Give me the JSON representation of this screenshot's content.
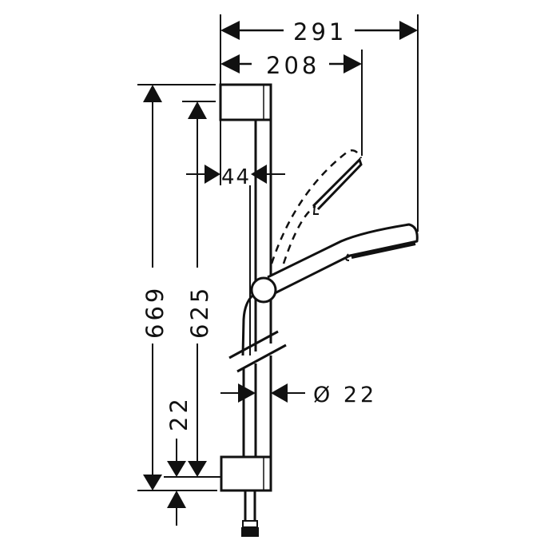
{
  "diagram": {
    "title": "Shower rail set technical drawing",
    "units": "mm",
    "colors": {
      "line": "#111111",
      "background": "#ffffff"
    },
    "dimensions": {
      "total_width": "291",
      "handshower_width": "208",
      "wall_offset": "44",
      "total_height": "669",
      "rail_length": "625",
      "bottom_offset": "22",
      "rail_diameter": "Ø 22"
    },
    "components": [
      "upper-wall-bracket",
      "slide-rail",
      "slider",
      "hand-shower",
      "hand-shower-tilted-dashed",
      "lower-wall-bracket",
      "hose-connector"
    ]
  }
}
